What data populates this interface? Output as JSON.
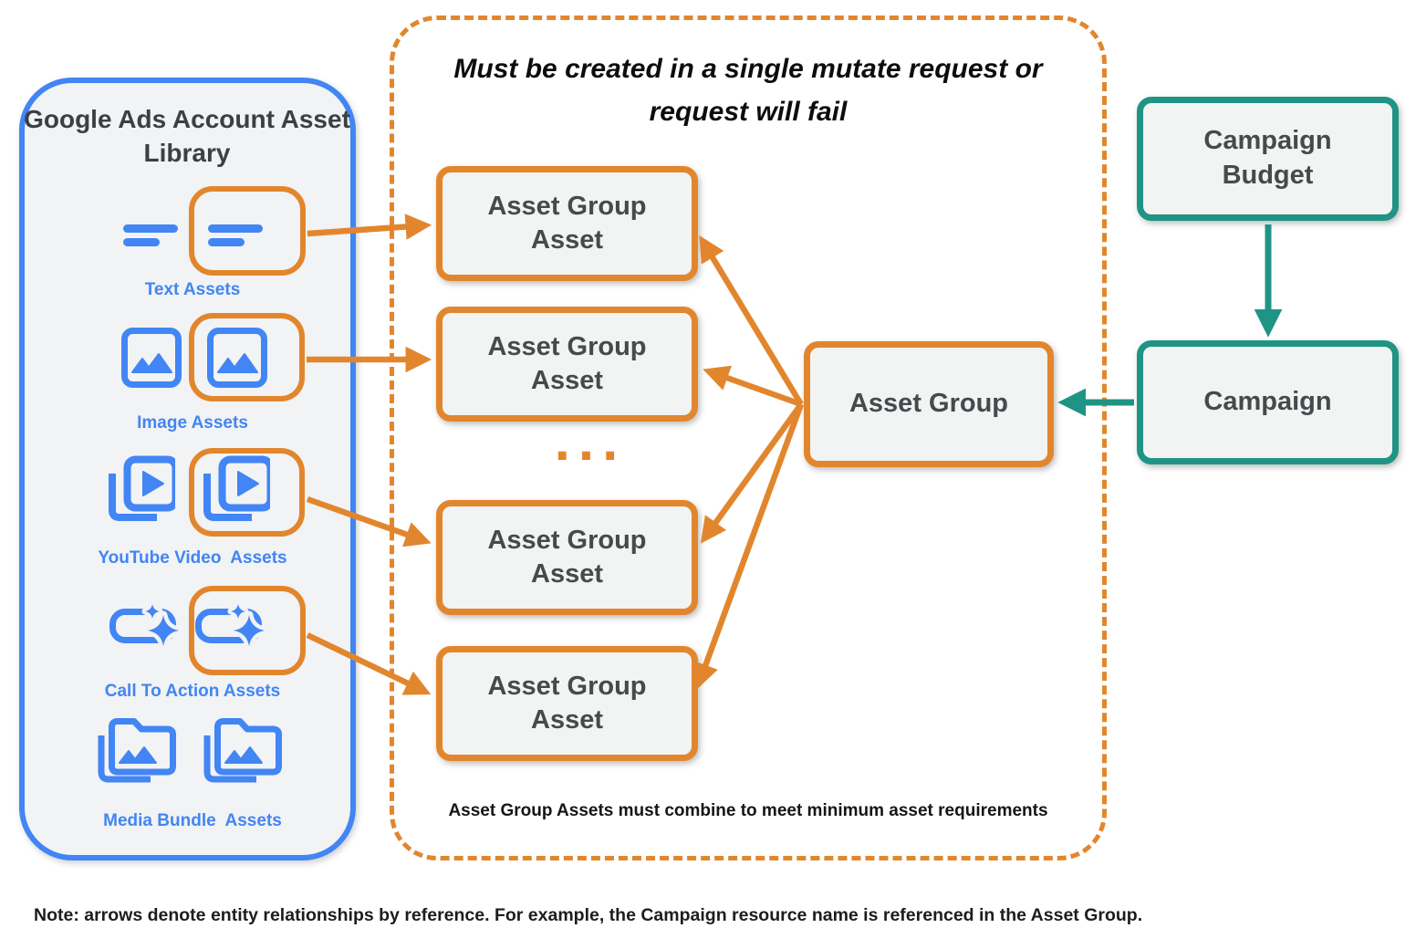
{
  "library": {
    "title": "Google Ads Account Asset Library",
    "items": [
      {
        "label": "Text Assets",
        "icon": "text-lines-icon"
      },
      {
        "label": "Image Assets",
        "icon": "image-icon"
      },
      {
        "label": "YouTube Video  Assets",
        "icon": "video-stack-icon"
      },
      {
        "label": "Call To Action Assets",
        "icon": "cta-sparkle-icon"
      },
      {
        "label": "Media Bundle  Assets",
        "icon": "folder-image-icon"
      }
    ]
  },
  "mutate_group": {
    "title": "Must be created in a single mutate request or request will fail",
    "boxes": [
      "Asset Group Asset",
      "Asset Group Asset",
      "Asset Group Asset",
      "Asset Group Asset"
    ],
    "ellipsis": "...",
    "footnote": "Asset Group Assets must combine to meet minimum asset requirements"
  },
  "asset_group": {
    "label": "Asset Group"
  },
  "campaign_budget": {
    "label": "Campaign Budget"
  },
  "campaign": {
    "label": "Campaign"
  },
  "note": "Note: arrows denote entity relationships by reference. For example, the Campaign resource name is referenced in the Asset Group.",
  "colors": {
    "blue": "#4285F4",
    "orange": "#E2862E",
    "teal": "#1F9484",
    "box_fill": "#F1F3F4",
    "text_dark": "#3C4043"
  }
}
